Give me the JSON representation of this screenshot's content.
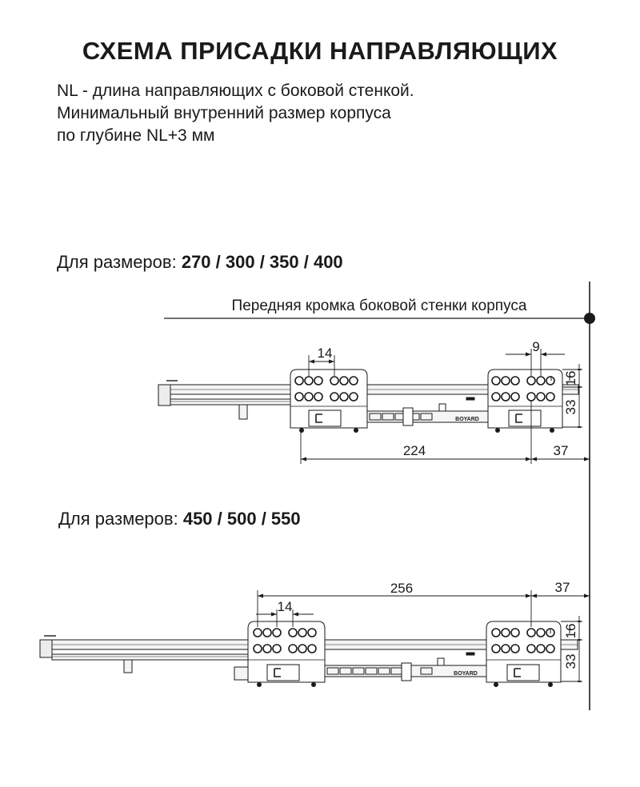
{
  "title": "СХЕМА ПРИСАДКИ НАПРАВЛЯЮЩИХ",
  "description": [
    "NL - длина направляющих с боковой стенкой.",
    "Минимальный внутренний размер корпуса",
    "по глубине NL+3 мм"
  ],
  "front_edge_label": "Передняя кромка боковой стенки корпуса",
  "brand_mark": "BOYARD",
  "sections": [
    {
      "prefix": "Для размеров: ",
      "sizes": "270 / 300 / 350 / 400",
      "dims": {
        "hole_pitch_left": "14",
        "hole_pitch_right": "9",
        "height_top": "16",
        "height_bottom": "33",
        "distance": "224",
        "offset": "37"
      }
    },
    {
      "prefix": "Для размеров: ",
      "sizes": "450 / 500 / 550",
      "dims": {
        "hole_pitch_left": "14",
        "height_top": "16",
        "height_bottom": "33",
        "distance": "256",
        "offset": "37"
      }
    }
  ]
}
